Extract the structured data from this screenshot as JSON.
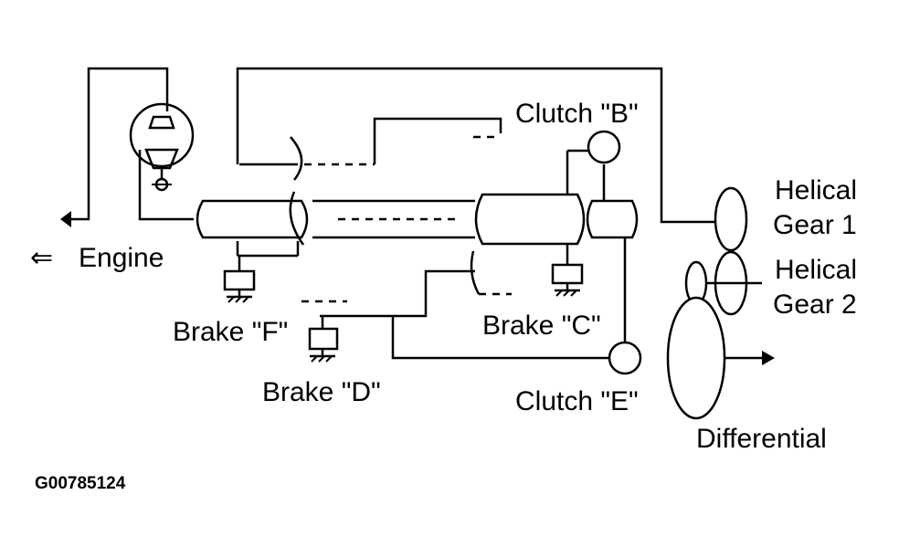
{
  "labels": {
    "engine": "Engine",
    "clutch_b": "Clutch \"B\"",
    "clutch_e": "Clutch \"E\"",
    "brake_c": "Brake \"C\"",
    "brake_d": "Brake \"D\"",
    "brake_f": "Brake \"F\"",
    "helical_1_line1": "Helical",
    "helical_1_line2": "Gear 1",
    "helical_2_line1": "Helical",
    "helical_2_line2": "Gear 2",
    "differential": "Differential",
    "figure_code": "G00785124"
  },
  "icons": {
    "engine_arrow": "⇐"
  }
}
